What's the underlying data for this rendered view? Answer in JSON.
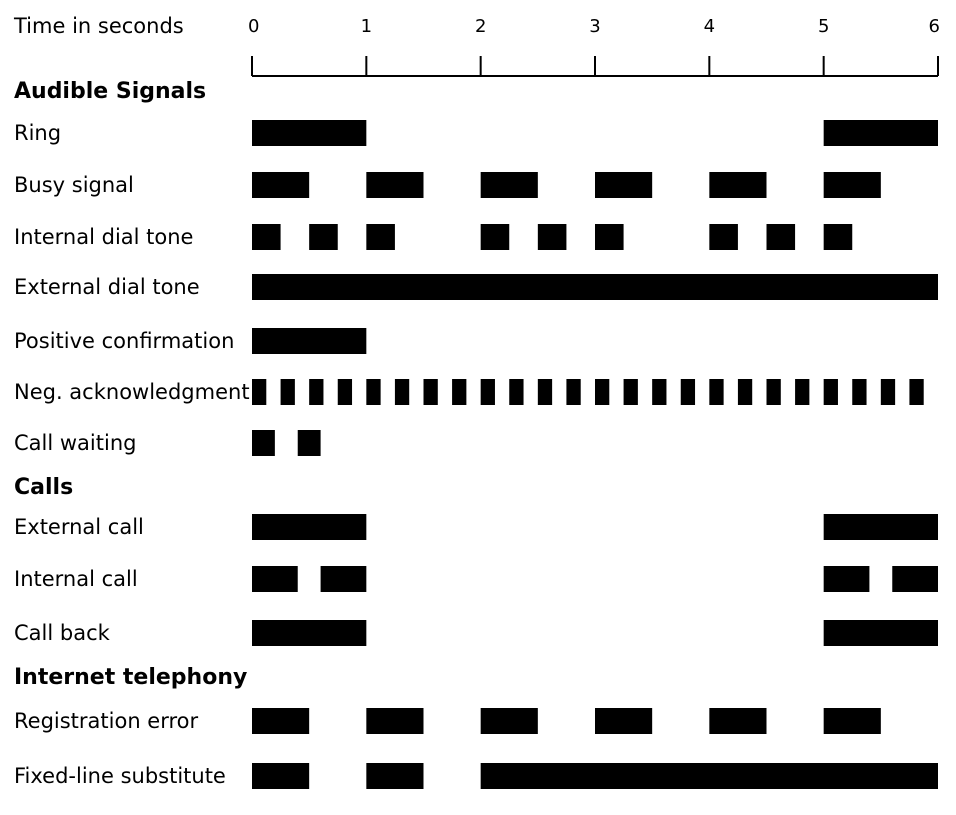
{
  "chart_data": {
    "type": "timing-diagram",
    "xlabel": "Time in seconds",
    "xlim": [
      0,
      6
    ],
    "ticks": [
      "0",
      "1",
      "2",
      "3",
      "4",
      "5",
      "6"
    ],
    "sections": [
      {
        "title": "Audible Signals",
        "rows": [
          {
            "label": "Ring",
            "pulses": [
              [
                0,
                1
              ],
              [
                5,
                6
              ]
            ]
          },
          {
            "label": "Busy signal",
            "pulses": [
              [
                0,
                0.5
              ],
              [
                1,
                1.5
              ],
              [
                2,
                2.5
              ],
              [
                3,
                3.5
              ],
              [
                4,
                4.5
              ],
              [
                5,
                5.5
              ]
            ]
          },
          {
            "label": "Internal dial tone",
            "pulses": [
              [
                0,
                0.25
              ],
              [
                0.5,
                0.75
              ],
              [
                1,
                1.25
              ],
              [
                2,
                2.25
              ],
              [
                2.5,
                2.75
              ],
              [
                3,
                3.25
              ],
              [
                4,
                4.25
              ],
              [
                4.5,
                4.75
              ],
              [
                5,
                5.25
              ]
            ]
          },
          {
            "label": "External dial tone",
            "pulses": [
              [
                0,
                6
              ]
            ]
          },
          {
            "label": "Positive confirmation",
            "pulses": [
              [
                0,
                1
              ]
            ]
          },
          {
            "label": "Neg. acknowledgment",
            "pulses": [
              [
                0,
                0.125
              ],
              [
                0.25,
                0.375
              ],
              [
                0.5,
                0.625
              ],
              [
                0.75,
                0.875
              ],
              [
                1,
                1.125
              ],
              [
                1.25,
                1.375
              ],
              [
                1.5,
                1.625
              ],
              [
                1.75,
                1.875
              ],
              [
                2,
                2.125
              ],
              [
                2.25,
                2.375
              ],
              [
                2.5,
                2.625
              ],
              [
                2.75,
                2.875
              ],
              [
                3,
                3.125
              ],
              [
                3.25,
                3.375
              ],
              [
                3.5,
                3.625
              ],
              [
                3.75,
                3.875
              ],
              [
                4,
                4.125
              ],
              [
                4.25,
                4.375
              ],
              [
                4.5,
                4.625
              ],
              [
                4.75,
                4.875
              ],
              [
                5,
                5.125
              ],
              [
                5.25,
                5.375
              ],
              [
                5.5,
                5.625
              ],
              [
                5.75,
                5.875
              ]
            ]
          },
          {
            "label": "Call waiting",
            "pulses": [
              [
                0,
                0.2
              ],
              [
                0.4,
                0.6
              ]
            ]
          }
        ]
      },
      {
        "title": "Calls",
        "rows": [
          {
            "label": "External call",
            "pulses": [
              [
                0,
                1
              ],
              [
                5,
                6
              ]
            ]
          },
          {
            "label": "Internal call",
            "pulses": [
              [
                0,
                0.4
              ],
              [
                0.6,
                1
              ],
              [
                5,
                5.4
              ],
              [
                5.6,
                6
              ]
            ]
          },
          {
            "label": "Call back",
            "pulses": [
              [
                0,
                1
              ],
              [
                5,
                6
              ]
            ]
          }
        ]
      },
      {
        "title": "Internet telephony",
        "rows": [
          {
            "label": "Registration error",
            "pulses": [
              [
                0,
                0.5
              ],
              [
                1,
                1.5
              ],
              [
                2,
                2.5
              ],
              [
                3,
                3.5
              ],
              [
                4,
                4.5
              ],
              [
                5,
                5.5
              ]
            ]
          },
          {
            "label": "Fixed-line substitute",
            "pulses": [
              [
                0,
                0.5
              ],
              [
                1,
                1.5
              ],
              [
                2,
                6
              ]
            ]
          }
        ]
      }
    ]
  }
}
